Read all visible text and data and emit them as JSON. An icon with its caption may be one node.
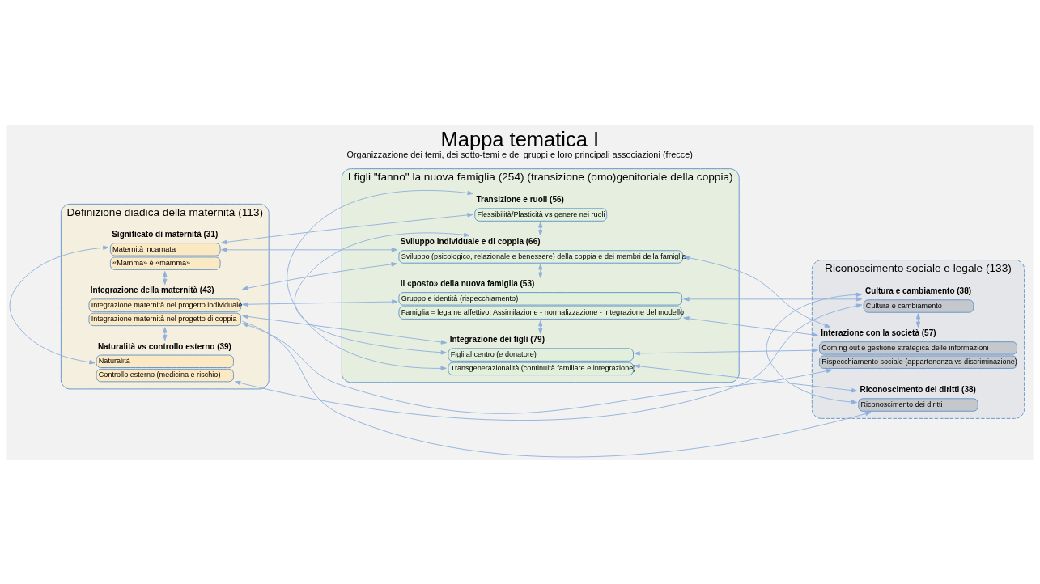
{
  "diagram": {
    "title": "Mappa tematica I",
    "caption": "Organizzazione dei temi, dei sotto-temi e dei gruppi e loro principali associazioni (frecce)",
    "nodes": [
      {
        "text": [
          "Definizione diadica della maternità (113)"
        ]
      },
      {
        "text": [
          "Significato di maternità (31)",
          "Maternità incarnata",
          "«Mamma» è «mamma»"
        ],
        "in": 0
      },
      {
        "text": [
          "Integrazione della maternità (43)",
          "Integrazione maternità nel progetto individuale",
          "Integrazione maternità nel progetto di coppia"
        ],
        "in": 0
      },
      {
        "text": [
          "Naturalità vs controllo esterno (39)",
          "Naturalità",
          "Controllo esterno (medicina e rischio)"
        ],
        "in": 0
      },
      {
        "text": [
          "I figli \"fanno\" la nuova famiglia (254) (transizione (omo)genitoriale della coppia)"
        ]
      },
      {
        "text": [
          "Sviluppo individuale e di coppia (66)",
          "Sviluppo (psicologico, relazionale e benessere) della coppia e dei membri della famiglia"
        ],
        "in": 4
      },
      {
        "text": [
          "Integrazione dei figli (79)",
          "Figli al centro (e donatore)",
          "Transgenerazionalità (continuità familiare e integrazione)"
        ],
        "in": 4
      },
      {
        "text": [
          "Transizione e ruoli (56)",
          "Flessibilità/Plasticità vs genere nei ruoli"
        ],
        "in": 4
      },
      {
        "text": [
          "Il «posto» della nuova famiglia (53)",
          "Gruppo e identità (rispecchiamento)",
          "Famiglia = legame affettivo. Assimilazione - normalizzazione - integrazione del modello"
        ],
        "in": 4
      },
      {
        "text": [
          "Riconoscimento sociale e legale (133)"
        ]
      },
      {
        "text": [
          "Interazione con la società (57)",
          "Coming out e gestione strategica delle informazioni",
          "Rispecchiamento sociale (appartenenza vs discriminazione)"
        ],
        "in": 9
      },
      {
        "text": [
          "Riconoscimento dei diritti (38)",
          "Riconoscimento dei diritti"
        ],
        "in": 9
      },
      {
        "text": [
          "Cultura e cambiamento (38)",
          "Cultura e cambiamento"
        ],
        "in": 9
      }
    ],
    "edges": [
      {
        "from": 1,
        "to": 2,
        "arrow": "both"
      },
      {
        "from": 1,
        "to": 3,
        "arrow": "both"
      },
      {
        "from": 2,
        "to": 3,
        "arrow": "both"
      },
      {
        "from": 1,
        "to": 5,
        "arrow": "both"
      },
      {
        "from": 1,
        "to": 7,
        "arrow": "both"
      },
      {
        "from": 2,
        "to": 5,
        "arrow": "both"
      },
      {
        "from": 2,
        "to": 6,
        "arrow": "both"
      },
      {
        "from": 2,
        "to": 8,
        "arrow": "both"
      },
      {
        "from": 2,
        "to": 11,
        "arrow": "to"
      },
      {
        "from": 2,
        "to": 10,
        "arrow": "both"
      },
      {
        "from": 5,
        "to": 6,
        "arrow": "both"
      },
      {
        "from": 6,
        "to": 7,
        "arrow": "both"
      },
      {
        "from": 5,
        "to": 7,
        "arrow": "both"
      },
      {
        "from": 6,
        "to": 8,
        "arrow": "both"
      },
      {
        "from": 5,
        "to": 8,
        "arrow": "both"
      },
      {
        "from": 5,
        "to": 10,
        "arrow": "both"
      },
      {
        "from": 6,
        "to": 10,
        "arrow": "both"
      },
      {
        "from": 6,
        "to": 11,
        "arrow": "both"
      },
      {
        "from": 8,
        "to": 10,
        "arrow": "both"
      },
      {
        "from": 8,
        "to": 12,
        "arrow": "both"
      },
      {
        "from": 10,
        "to": 12,
        "arrow": "both"
      },
      {
        "from": 11,
        "to": 12,
        "arrow": "both"
      },
      {
        "from": 12,
        "to": 3,
        "arrow": "both"
      }
    ]
  }
}
